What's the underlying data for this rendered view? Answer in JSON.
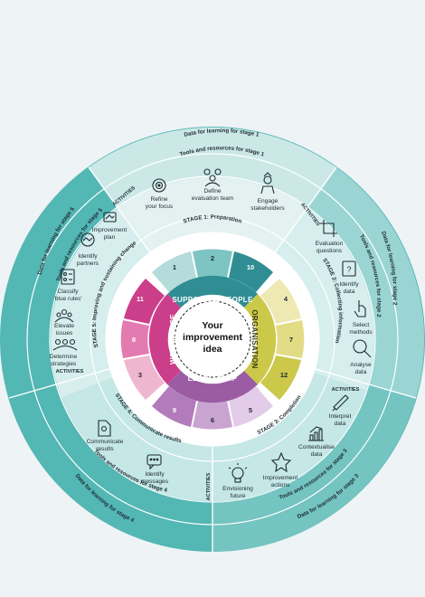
{
  "center": {
    "line1": "Your",
    "line2": "improvement",
    "line3": "idea"
  },
  "quadrants": {
    "supported_people": "SUPPORTED PEOPLE",
    "organisation": "ORGANISATION",
    "leadership": "LEADERSHIP",
    "workforce": "WORKFORCE"
  },
  "numbers": {
    "top": [
      "1",
      "2",
      "10"
    ],
    "right": [
      "4",
      "7",
      "12"
    ],
    "bottom": [
      "9",
      "6",
      "5"
    ],
    "left": [
      "11",
      "8",
      "3"
    ]
  },
  "stages": {
    "s1": "STAGE 1: Preparation",
    "s2": "STAGE 2: Collecting information",
    "s3": "STAGE 3: Completion",
    "s4": "STAGE 4: Communicate results",
    "s5": "STAGE 5: Improving and sustaining change"
  },
  "activities": "ACTIVITIES",
  "tools": {
    "s1": "Tools and resources for stage 1",
    "s2": "Tools and resources for stage 2",
    "s3": "Tools and resources for stage 3",
    "s4": "Tools and resources for stage 4",
    "s5": "Tools and resources for stage 5"
  },
  "data": {
    "s1": "Data for learning for stage 1",
    "s2": "Data for learning for stage 2",
    "s3": "Data for learning for stage 3",
    "s4": "Data for learning for stage 4",
    "s5": "Data for learning for stage 5"
  },
  "items": {
    "refine_focus": [
      "Refine",
      "your focus"
    ],
    "define_team": [
      "Define",
      "evaluation team"
    ],
    "engage": [
      "Engage",
      "stakeholders"
    ],
    "eval_questions": [
      "Evaluation",
      "questions"
    ],
    "identify_data": [
      "Identify",
      "data"
    ],
    "select_methods": [
      "Select",
      "methods"
    ],
    "analyse_data": [
      "Analyse",
      "data"
    ],
    "interpret_data": [
      "Interpret",
      "data"
    ],
    "contextualise": [
      "Contextualise",
      "data"
    ],
    "improvement_actions": [
      "Improvement",
      "actions"
    ],
    "envisioning": [
      "Envisioning",
      "future"
    ],
    "communicate": [
      "Communicate",
      "results"
    ],
    "identify_messages": [
      "Identify",
      "messages"
    ],
    "improvement_plan": [
      "Improvement",
      "plan"
    ],
    "identify_partners": [
      "Identify",
      "partners"
    ],
    "blue_rules": [
      "Classify",
      "'blue rules'"
    ],
    "elevate": [
      "Elevate",
      "issues"
    ],
    "strategies": [
      "Determine",
      "strategies"
    ]
  },
  "icons": [
    "target-icon",
    "team-icon",
    "stakeholder-icon",
    "crop-icon",
    "question-doc-icon",
    "hand-pointer-icon",
    "magnifier-icon",
    "pencil-icon",
    "growth-chart-icon",
    "star-icon",
    "lightbulb-icon",
    "document-icon",
    "chat-icon",
    "plan-icon",
    "partners-icon",
    "rules-icon",
    "elevate-icon",
    "people-group-icon"
  ],
  "colors": {
    "outer_ring": "#53b7b4",
    "tools_ring": "#b3dfde",
    "data_ring_top": "#cbe8e7",
    "dark_teal": "#2f8d93",
    "teal_mid": "#7cc5c2",
    "purple": "#9b5ca3",
    "purple_light": "#d3b4d9",
    "magenta": "#cb3e8a",
    "pink_light": "#efb6d0",
    "olive": "#ccc84a",
    "olive_light": "#eee9b2"
  }
}
